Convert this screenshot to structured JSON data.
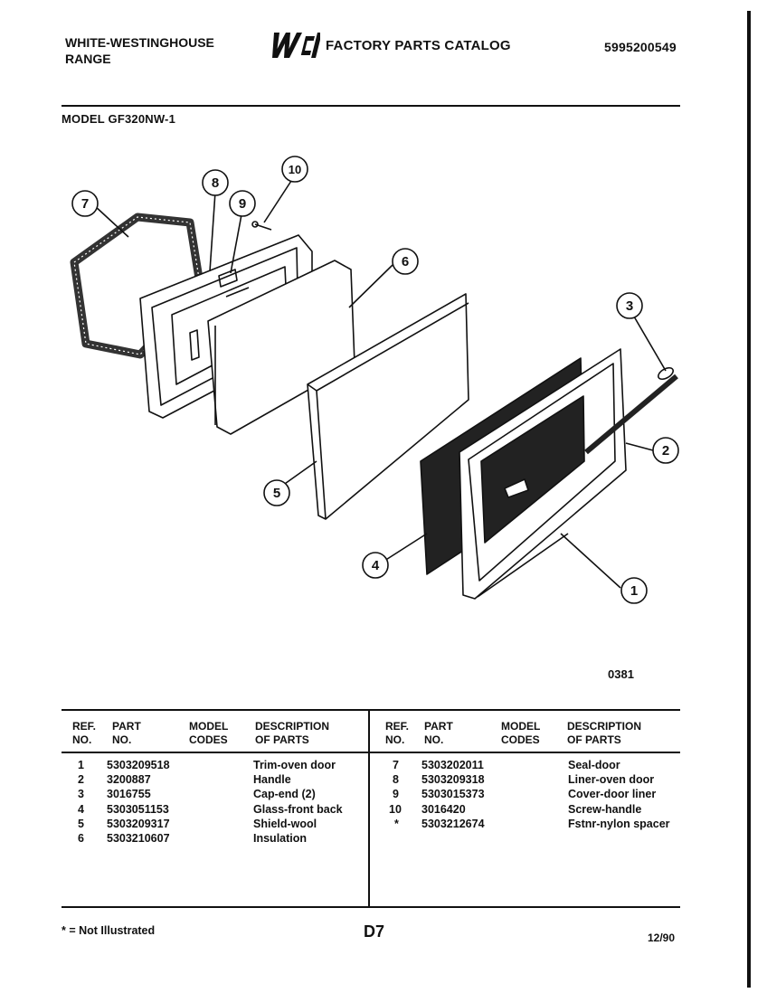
{
  "header": {
    "brand_line1": "WHITE-WESTINGHOUSE",
    "brand_line2": "RANGE",
    "logo_text": "WCI",
    "catalog_title": "FACTORY PARTS CATALOG",
    "catalog_number": "5995200549",
    "model": "MODEL GF320NW-1"
  },
  "diagram": {
    "callouts": [
      "1",
      "2",
      "3",
      "4",
      "5",
      "6",
      "7",
      "8",
      "9",
      "10"
    ],
    "figure_number": "0381"
  },
  "table": {
    "headers": {
      "ref": "REF.",
      "ref2": "NO.",
      "part": "PART",
      "part2": "NO.",
      "model": "MODEL",
      "model2": "CODES",
      "desc": "DESCRIPTION",
      "desc2": "OF PARTS"
    },
    "left_rows": [
      {
        "ref": "1",
        "part": "5303209518",
        "desc": "Trim-oven door"
      },
      {
        "ref": "2",
        "part": "3200887",
        "desc": "Handle"
      },
      {
        "ref": "3",
        "part": "3016755",
        "desc": "Cap-end (2)"
      },
      {
        "ref": "4",
        "part": "5303051153",
        "desc": "Glass-front back"
      },
      {
        "ref": "5",
        "part": "5303209317",
        "desc": "Shield-wool"
      },
      {
        "ref": "6",
        "part": "5303210607",
        "desc": "Insulation"
      }
    ],
    "right_rows": [
      {
        "ref": "7",
        "part": "5303202011",
        "desc": "Seal-door"
      },
      {
        "ref": "8",
        "part": "5303209318",
        "desc": "Liner-oven door"
      },
      {
        "ref": "9",
        "part": "5303015373",
        "desc": "Cover-door liner"
      },
      {
        "ref": "10",
        "part": "3016420",
        "desc": "Screw-handle"
      },
      {
        "ref": "*",
        "part": "5303212674",
        "desc": "Fstnr-nylon spacer"
      }
    ]
  },
  "footer": {
    "note": "* = Not Illustrated",
    "page": "D7",
    "date": "12/90"
  }
}
